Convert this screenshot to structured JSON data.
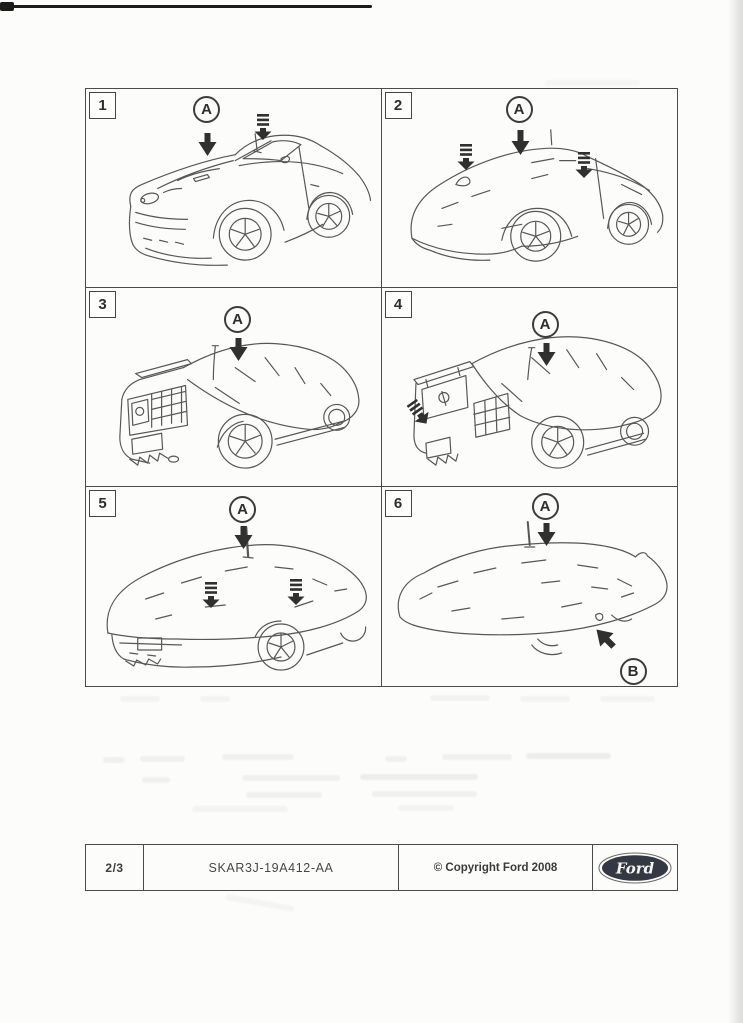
{
  "document_kind": "installation-instruction-sheet",
  "panels": [
    {
      "number": "1",
      "callouts": [
        "A"
      ],
      "press_down_icons": 1,
      "illustration": "car-front-three-quarter-uncovered"
    },
    {
      "number": "2",
      "callouts": [
        "A"
      ],
      "press_down_icons": 2,
      "illustration": "car-front-three-quarter-cover-on-front"
    },
    {
      "number": "3",
      "callouts": [
        "A"
      ],
      "press_down_icons": 0,
      "illustration": "car-rear-three-quarter-cover-partial"
    },
    {
      "number": "4",
      "callouts": [
        "A"
      ],
      "press_down_icons": 1,
      "illustration": "car-rear-three-quarter-cover-mostly-on"
    },
    {
      "number": "5",
      "callouts": [
        "A"
      ],
      "press_down_icons": 2,
      "illustration": "car-covered-front-bumper-exposed"
    },
    {
      "number": "6",
      "callouts": [
        "A",
        "B"
      ],
      "press_down_icons": 0,
      "illustration": "car-fully-covered"
    }
  ],
  "footer": {
    "page_number": "2/3",
    "part_number": "SKAR3J-19A412-AA",
    "copyright": "© Copyright Ford 2008",
    "logo_text": "Ford"
  },
  "colors": {
    "paper": "#fcfcfa",
    "ink": "#3d3d3d",
    "sketch_line": "#575757",
    "logo_oval": "#333842"
  }
}
